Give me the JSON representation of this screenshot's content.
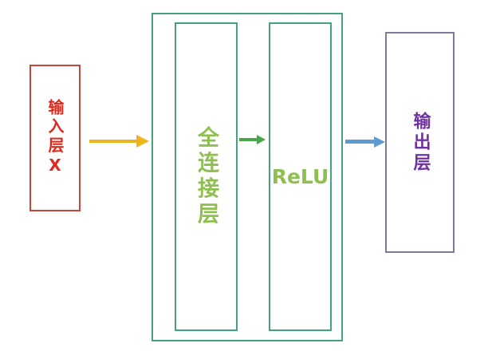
{
  "diagram": {
    "type": "neural-network-flow-diagram",
    "nodes": {
      "input": {
        "label": "输入层X",
        "text_color": "#e0281c",
        "border_color": "#c9453a"
      },
      "container": {
        "border_color": "#44a37f"
      },
      "fully_connected": {
        "label": "全连接层",
        "text_color": "#8fbf4f",
        "border_color": "#44a37f"
      },
      "relu": {
        "label": "ReLU",
        "text_color": "#8fbf4f",
        "border_color": "#44a37f"
      },
      "output": {
        "label": "输出层",
        "text_color": "#7030a0",
        "border_color": "#80789e"
      }
    },
    "arrows": [
      {
        "name": "input-to-container",
        "color": "#eeb41e",
        "direction": "right"
      },
      {
        "name": "fc-to-relu",
        "color": "#4aa54a",
        "direction": "right"
      },
      {
        "name": "container-to-output",
        "color": "#5b9bd5",
        "direction": "right"
      }
    ]
  }
}
